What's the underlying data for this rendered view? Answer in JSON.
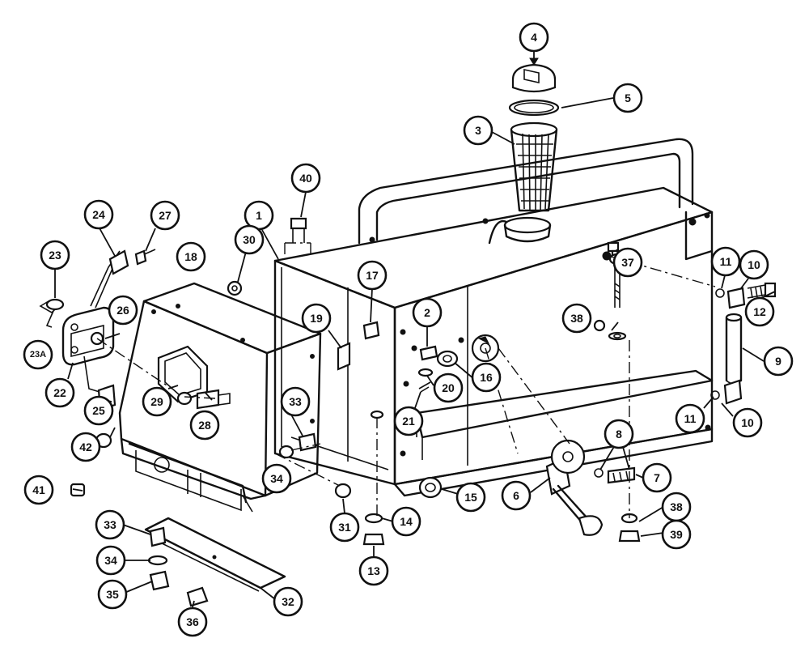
{
  "diagram": {
    "callouts": [
      {
        "id": "c1",
        "label": "1"
      },
      {
        "id": "c2",
        "label": "2"
      },
      {
        "id": "c3",
        "label": "3"
      },
      {
        "id": "c4",
        "label": "4"
      },
      {
        "id": "c5",
        "label": "5"
      },
      {
        "id": "c6",
        "label": "6"
      },
      {
        "id": "c7",
        "label": "7"
      },
      {
        "id": "c8",
        "label": "8"
      },
      {
        "id": "c9",
        "label": "9"
      },
      {
        "id": "c10a",
        "label": "10"
      },
      {
        "id": "c10b",
        "label": "10"
      },
      {
        "id": "c11a",
        "label": "11"
      },
      {
        "id": "c11b",
        "label": "11"
      },
      {
        "id": "c12",
        "label": "12"
      },
      {
        "id": "c13",
        "label": "13"
      },
      {
        "id": "c14",
        "label": "14"
      },
      {
        "id": "c15",
        "label": "15"
      },
      {
        "id": "c16",
        "label": "16"
      },
      {
        "id": "c17",
        "label": "17"
      },
      {
        "id": "c18",
        "label": "18"
      },
      {
        "id": "c19",
        "label": "19"
      },
      {
        "id": "c20",
        "label": "20"
      },
      {
        "id": "c21",
        "label": "21"
      },
      {
        "id": "c22",
        "label": "22"
      },
      {
        "id": "c23",
        "label": "23"
      },
      {
        "id": "c23a",
        "label": "23A"
      },
      {
        "id": "c24",
        "label": "24"
      },
      {
        "id": "c25",
        "label": "25"
      },
      {
        "id": "c26",
        "label": "26"
      },
      {
        "id": "c27",
        "label": "27"
      },
      {
        "id": "c28",
        "label": "28"
      },
      {
        "id": "c29",
        "label": "29"
      },
      {
        "id": "c30",
        "label": "30"
      },
      {
        "id": "c31",
        "label": "31"
      },
      {
        "id": "c32",
        "label": "32"
      },
      {
        "id": "c33a",
        "label": "33"
      },
      {
        "id": "c33b",
        "label": "33"
      },
      {
        "id": "c34a",
        "label": "34"
      },
      {
        "id": "c34b",
        "label": "34"
      },
      {
        "id": "c35",
        "label": "35"
      },
      {
        "id": "c36",
        "label": "36"
      },
      {
        "id": "c37",
        "label": "37"
      },
      {
        "id": "c38a",
        "label": "38"
      },
      {
        "id": "c38b",
        "label": "38"
      },
      {
        "id": "c39",
        "label": "39"
      },
      {
        "id": "c40",
        "label": "40"
      },
      {
        "id": "c41",
        "label": "41"
      },
      {
        "id": "c42",
        "label": "42"
      }
    ]
  }
}
